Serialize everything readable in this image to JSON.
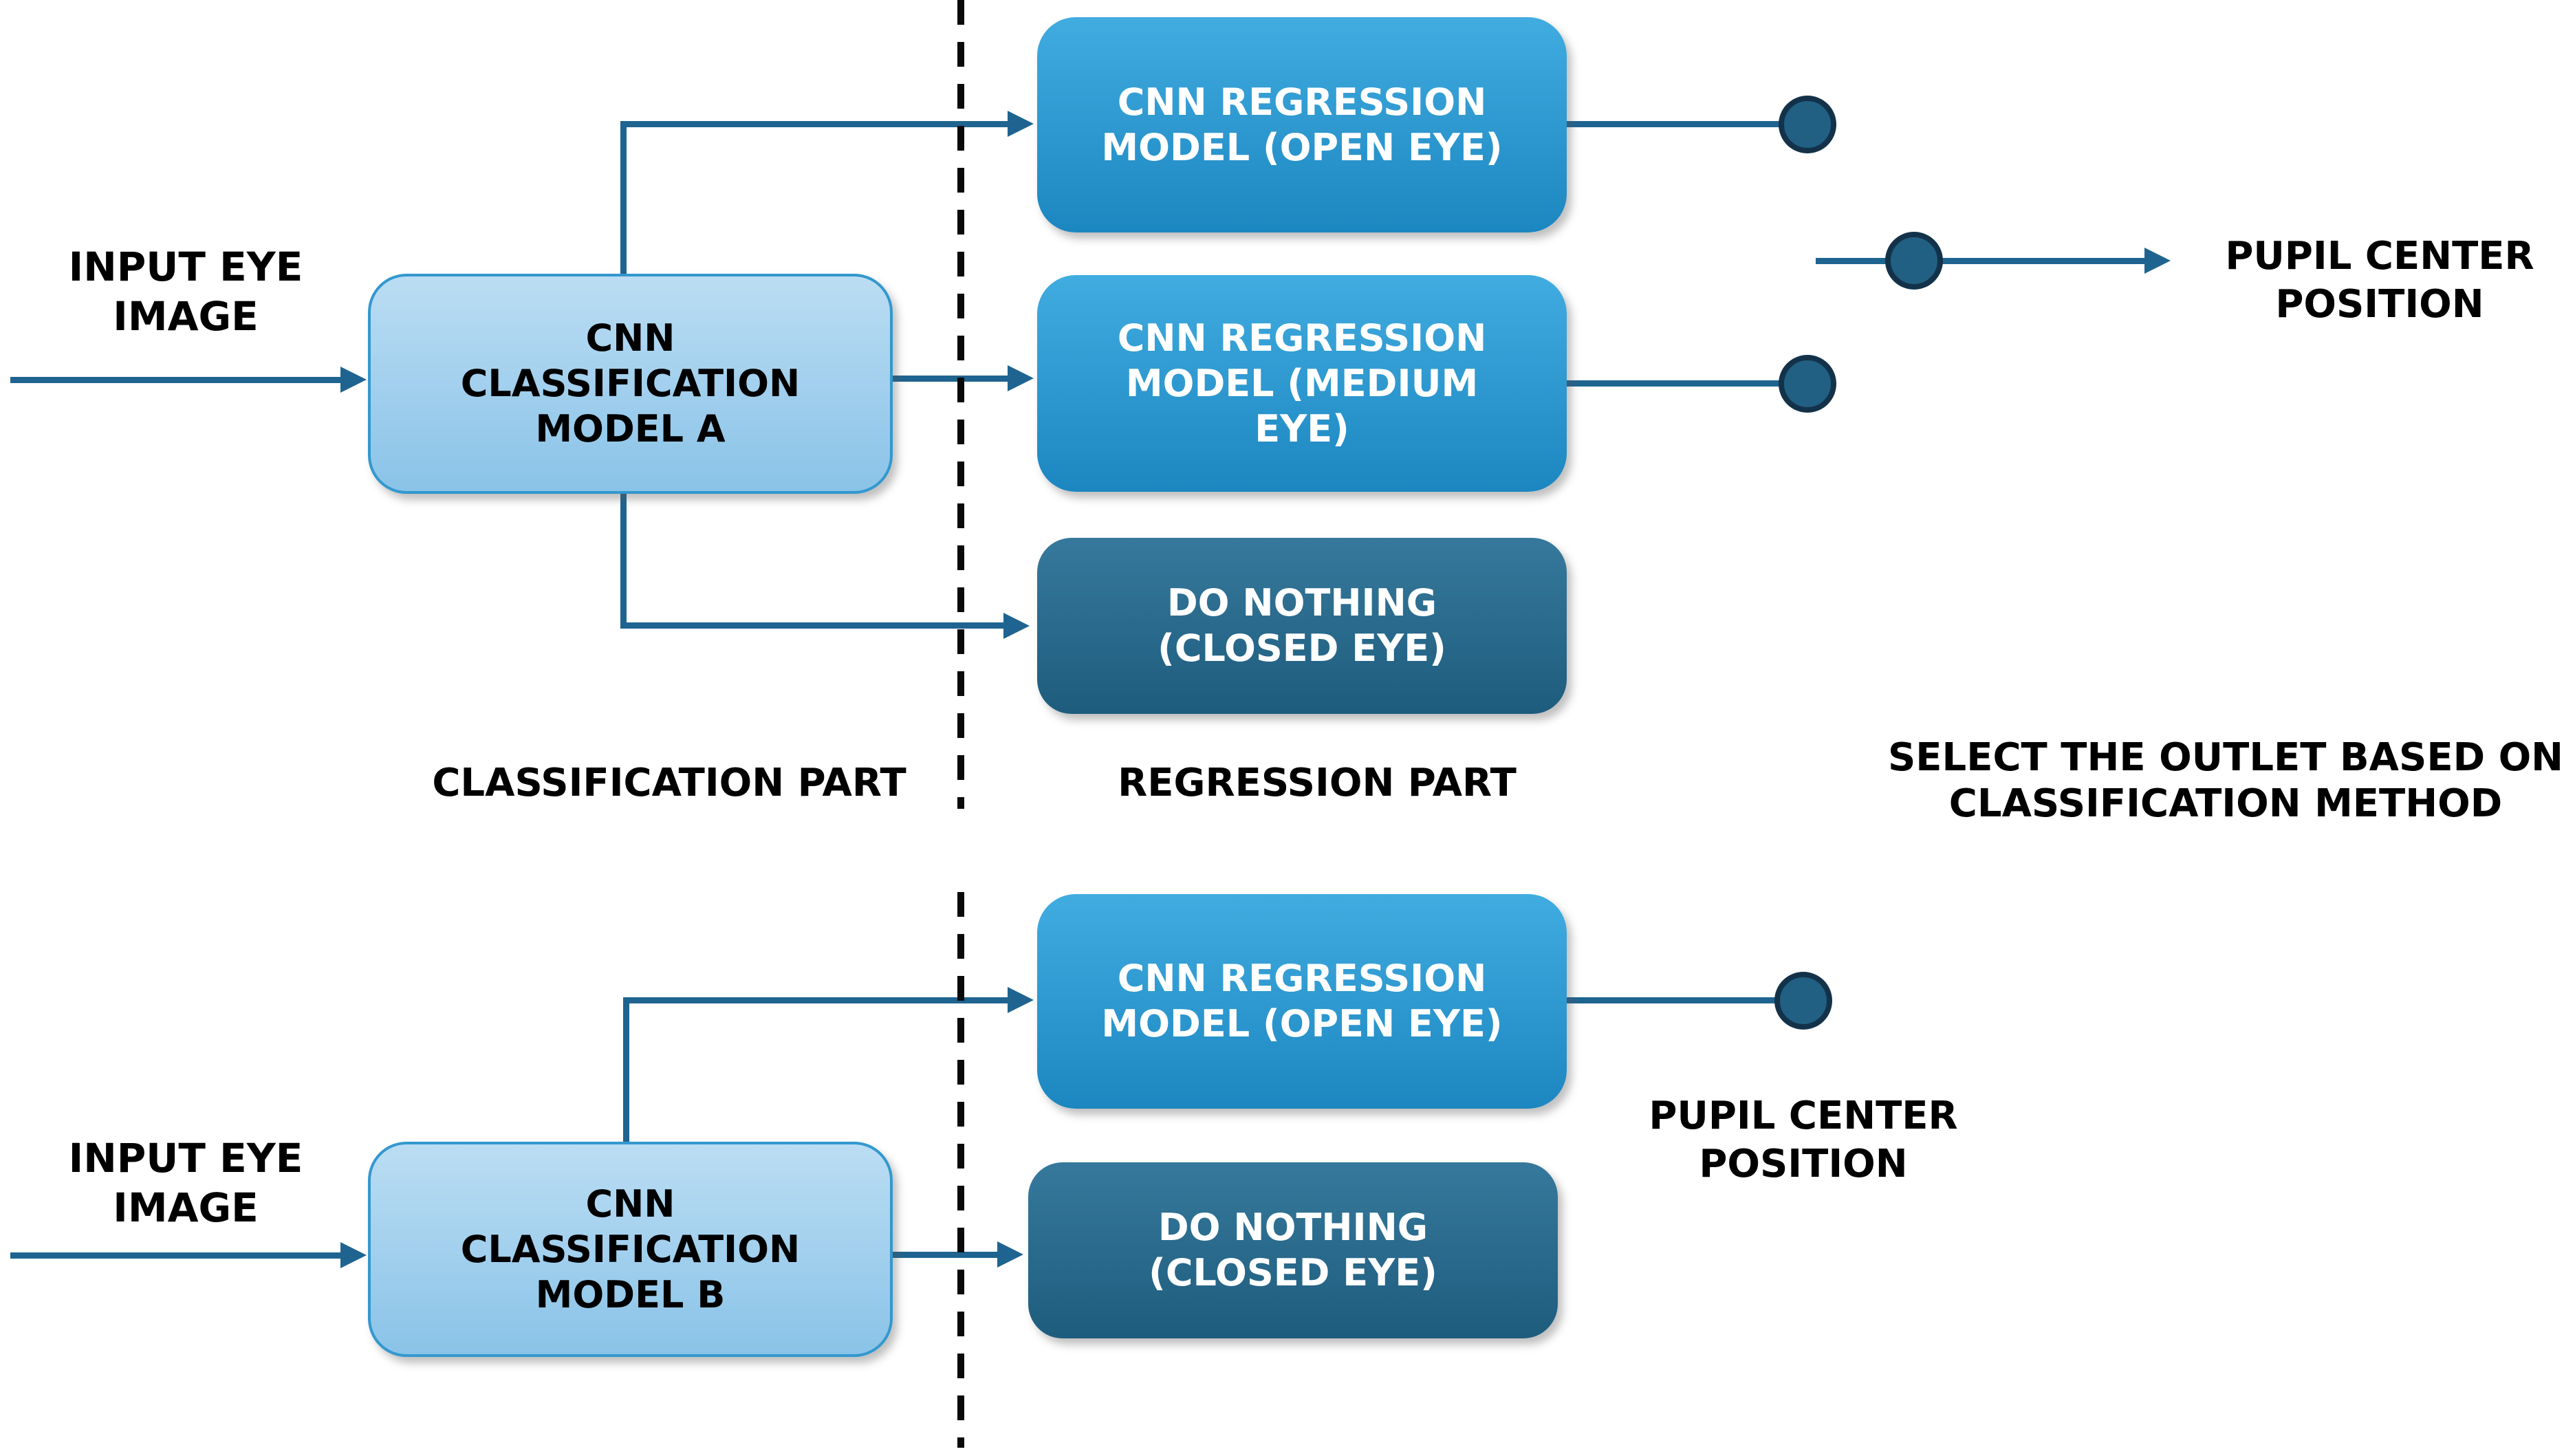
{
  "colors": {
    "line": "#1F6490",
    "dash": "#0a0a0a",
    "ink": "#000000",
    "ink-light": "#ffffff",
    "cls-top": "#BBDDF3",
    "cls-bottom": "#8AC3E8",
    "cls-border": "#3398CE",
    "reg-top": "#41ACE0",
    "reg-bottom": "#1C86C0",
    "non-top": "#36799C",
    "non-bottom": "#1E5C7D",
    "dot-fill": "#216083",
    "dot-border": "#13324A"
  },
  "top": {
    "input_label": "INPUT EYE IMAGE",
    "classifier_label": "CNN CLASSIFICATION MODEL A",
    "open_eye_label": "CNN REGRESSION MODEL (OPEN EYE)",
    "medium_eye_label": "CNN REGRESSION MODEL (MEDIUM EYE)",
    "do_nothing_label": "DO NOTHING (CLOSED EYE)",
    "output_label": "PUPIL CENTER POSITION"
  },
  "bottom": {
    "input_label": "INPUT EYE IMAGE",
    "classifier_label": "CNN CLASSIFICATION MODEL B",
    "open_eye_label": "CNN REGRESSION MODEL (OPEN EYE)",
    "do_nothing_label": "DO NOTHING (CLOSED EYE)",
    "output_label": "PUPIL CENTER POSITION"
  },
  "section_labels": {
    "classification": "CLASSIFICATION PART",
    "regression": "REGRESSION PART",
    "select": "SELECT THE OUTLET BASED ON CLASSIFICATION METHOD"
  }
}
